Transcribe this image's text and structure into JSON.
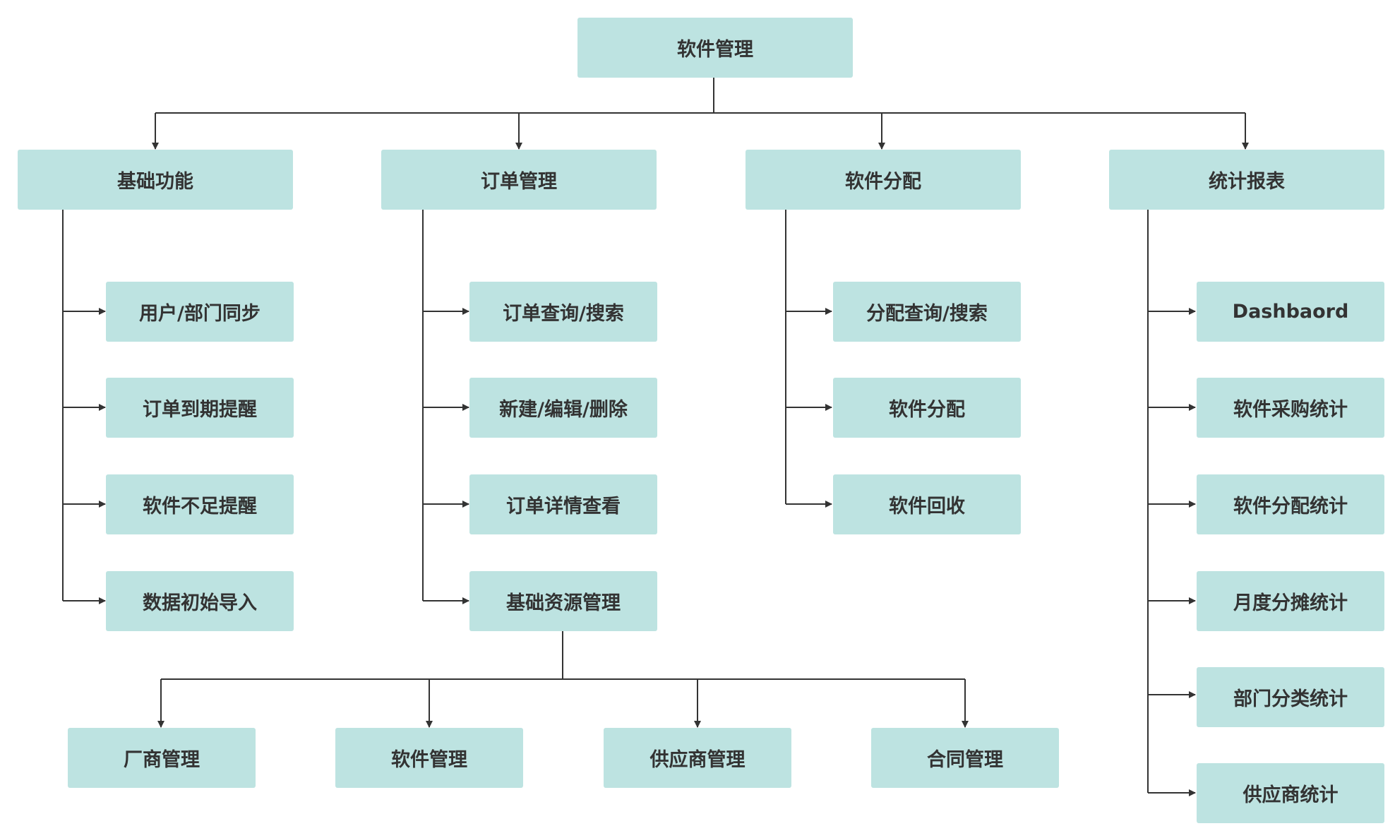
{
  "root": "软件管理",
  "branches": [
    {
      "label": "基础功能",
      "children": [
        "用户/部门同步",
        "订单到期提醒",
        "软件不足提醒",
        "数据初始导入"
      ]
    },
    {
      "label": "订单管理",
      "children": [
        "订单查询/搜索",
        "新建/编辑/删除",
        "订单详情查看",
        "基础资源管理"
      ]
    },
    {
      "label": "软件分配",
      "children": [
        "分配查询/搜索",
        "软件分配",
        "软件回收"
      ]
    },
    {
      "label": "统计报表",
      "children": [
        "Dashbaord",
        "软件采购统计",
        "软件分配统计",
        "月度分摊统计",
        "部门分类统计",
        "供应商统计"
      ]
    }
  ],
  "sub_children": [
    "厂商管理",
    "软件管理",
    "供应商管理",
    "合同管理"
  ],
  "colors": {
    "box": "#bde3e1",
    "line": "#333333",
    "text": "#333333"
  }
}
